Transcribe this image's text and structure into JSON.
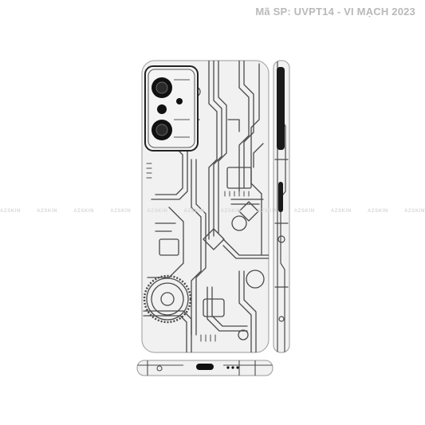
{
  "product_label": "Mã SP: UVPT14 - VI MẠCH 2023",
  "watermark": {
    "text": "AZSKIN",
    "repeat": 12
  },
  "image": {
    "subject": "phone skin with circuit board pattern: back, side and bottom views",
    "icons": [
      "circuit-pattern-icon",
      "camera-lens-icon",
      "flash-icon",
      "usb-port-icon"
    ],
    "colors": {
      "skin": "#f1f1f1",
      "trace": "#4a4a4a",
      "trace_light": "#8a8a8a",
      "camera": "#111111",
      "label": "#b9b9b9",
      "watermark": "#d7d7d7"
    }
  }
}
